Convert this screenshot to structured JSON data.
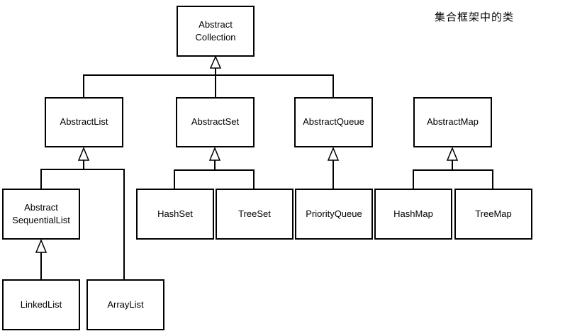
{
  "page": {
    "title": "集合框架中的类"
  },
  "diagram": {
    "type": "class-hierarchy",
    "nodes": [
      {
        "id": "abstract-collection",
        "label": "Abstract\nCollection"
      },
      {
        "id": "abstract-list",
        "label": "AbstractList"
      },
      {
        "id": "abstract-set",
        "label": "AbstractSet"
      },
      {
        "id": "abstract-queue",
        "label": "AbstractQueue"
      },
      {
        "id": "abstract-map",
        "label": "AbstractMap"
      },
      {
        "id": "abstract-sequential-list",
        "label": "Abstract\nSequentialList"
      },
      {
        "id": "hash-set",
        "label": "HashSet"
      },
      {
        "id": "tree-set",
        "label": "TreeSet"
      },
      {
        "id": "priority-queue",
        "label": "PriorityQueue"
      },
      {
        "id": "hash-map",
        "label": "HashMap"
      },
      {
        "id": "tree-map",
        "label": "TreeMap"
      },
      {
        "id": "linked-list",
        "label": "LinkedList"
      },
      {
        "id": "array-list",
        "label": "ArrayList"
      }
    ],
    "edges": [
      {
        "from": "AbstractList",
        "to": "AbstractCollection",
        "type": "inheritance"
      },
      {
        "from": "AbstractSet",
        "to": "AbstractCollection",
        "type": "inheritance"
      },
      {
        "from": "AbstractQueue",
        "to": "AbstractCollection",
        "type": "inheritance"
      },
      {
        "from": "AbstractSequentialList",
        "to": "AbstractList",
        "type": "inheritance"
      },
      {
        "from": "ArrayList",
        "to": "AbstractList",
        "type": "inheritance"
      },
      {
        "from": "HashSet",
        "to": "AbstractSet",
        "type": "inheritance"
      },
      {
        "from": "TreeSet",
        "to": "AbstractSet",
        "type": "inheritance"
      },
      {
        "from": "PriorityQueue",
        "to": "AbstractQueue",
        "type": "inheritance"
      },
      {
        "from": "HashMap",
        "to": "AbstractMap",
        "type": "inheritance"
      },
      {
        "from": "TreeMap",
        "to": "AbstractMap",
        "type": "inheritance"
      },
      {
        "from": "LinkedList",
        "to": "AbstractSequentialList",
        "type": "inheritance"
      }
    ],
    "colors": {
      "background": "#ffffff",
      "box_border": "#000000",
      "box_fill": "#ffffff",
      "line": "#000000",
      "text": "#000000"
    }
  }
}
